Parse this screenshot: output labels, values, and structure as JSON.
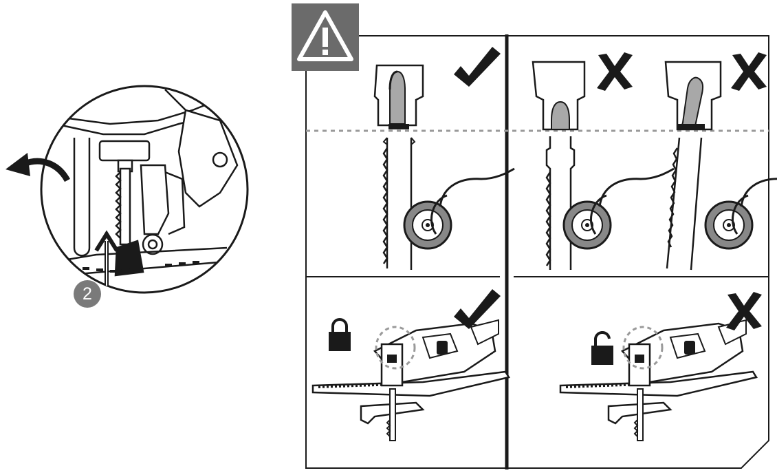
{
  "step": {
    "number": "2"
  },
  "colors": {
    "line": "#1a1a1a",
    "warning_bg": "#6b6b6b",
    "step_badge": "#7a7a7a",
    "highlight_grey": "#a8a8a8",
    "dashed_line": "#9a9a9a"
  },
  "icons": {
    "warning": "warning-triangle-icon",
    "rotate": "rotate-arrow-icon",
    "check": "checkmark-icon",
    "cross": "cross-icon",
    "lock": "padlock-closed-icon",
    "unlock": "padlock-open-icon"
  },
  "panels": [
    {
      "id": "blade-correct",
      "status": "correct"
    },
    {
      "id": "blade-too-short",
      "status": "incorrect"
    },
    {
      "id": "blade-misaligned",
      "status": "incorrect"
    },
    {
      "id": "locked-correct",
      "status": "correct"
    },
    {
      "id": "unlocked-incorrect",
      "status": "incorrect"
    }
  ]
}
